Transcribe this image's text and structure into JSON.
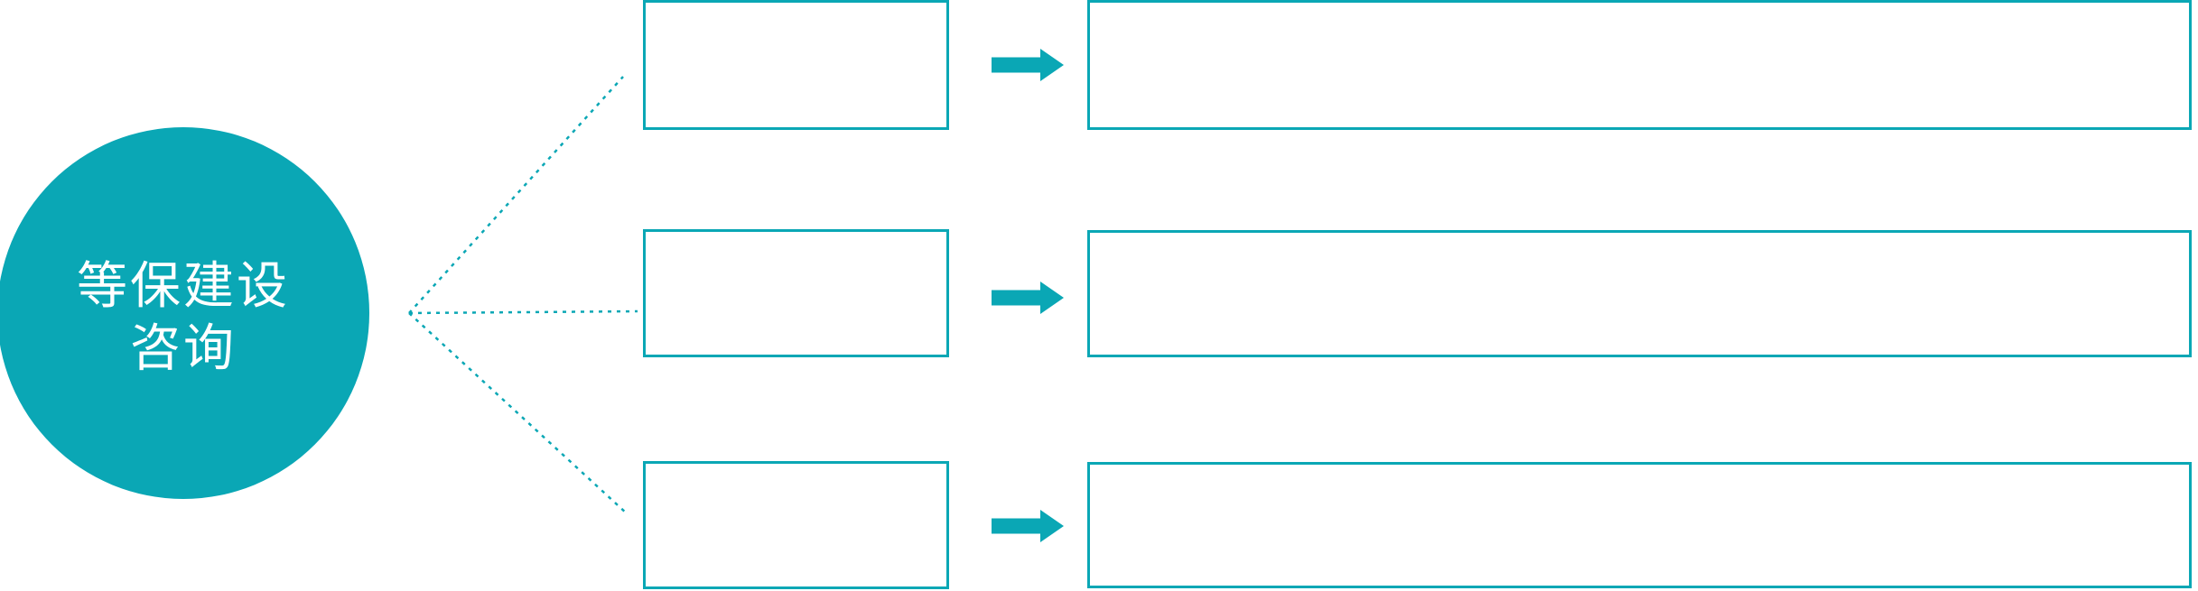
{
  "diagram": {
    "type": "radial-flow",
    "circle": {
      "label_line1": "等保建设",
      "label_line2": "咨询"
    },
    "rows": [
      {
        "small_box_label": "",
        "large_box_label": ""
      },
      {
        "small_box_label": "",
        "large_box_label": ""
      },
      {
        "small_box_label": "",
        "large_box_label": ""
      }
    ],
    "icons": {
      "connector_arrow": "arrow-right-icon",
      "connector_line_style": "dashed"
    },
    "colors": {
      "teal": "#0AA7B5",
      "circle_text": "#FFFFFF",
      "box_fill": "#FFFFFF",
      "background": "#FFFFFF"
    }
  }
}
